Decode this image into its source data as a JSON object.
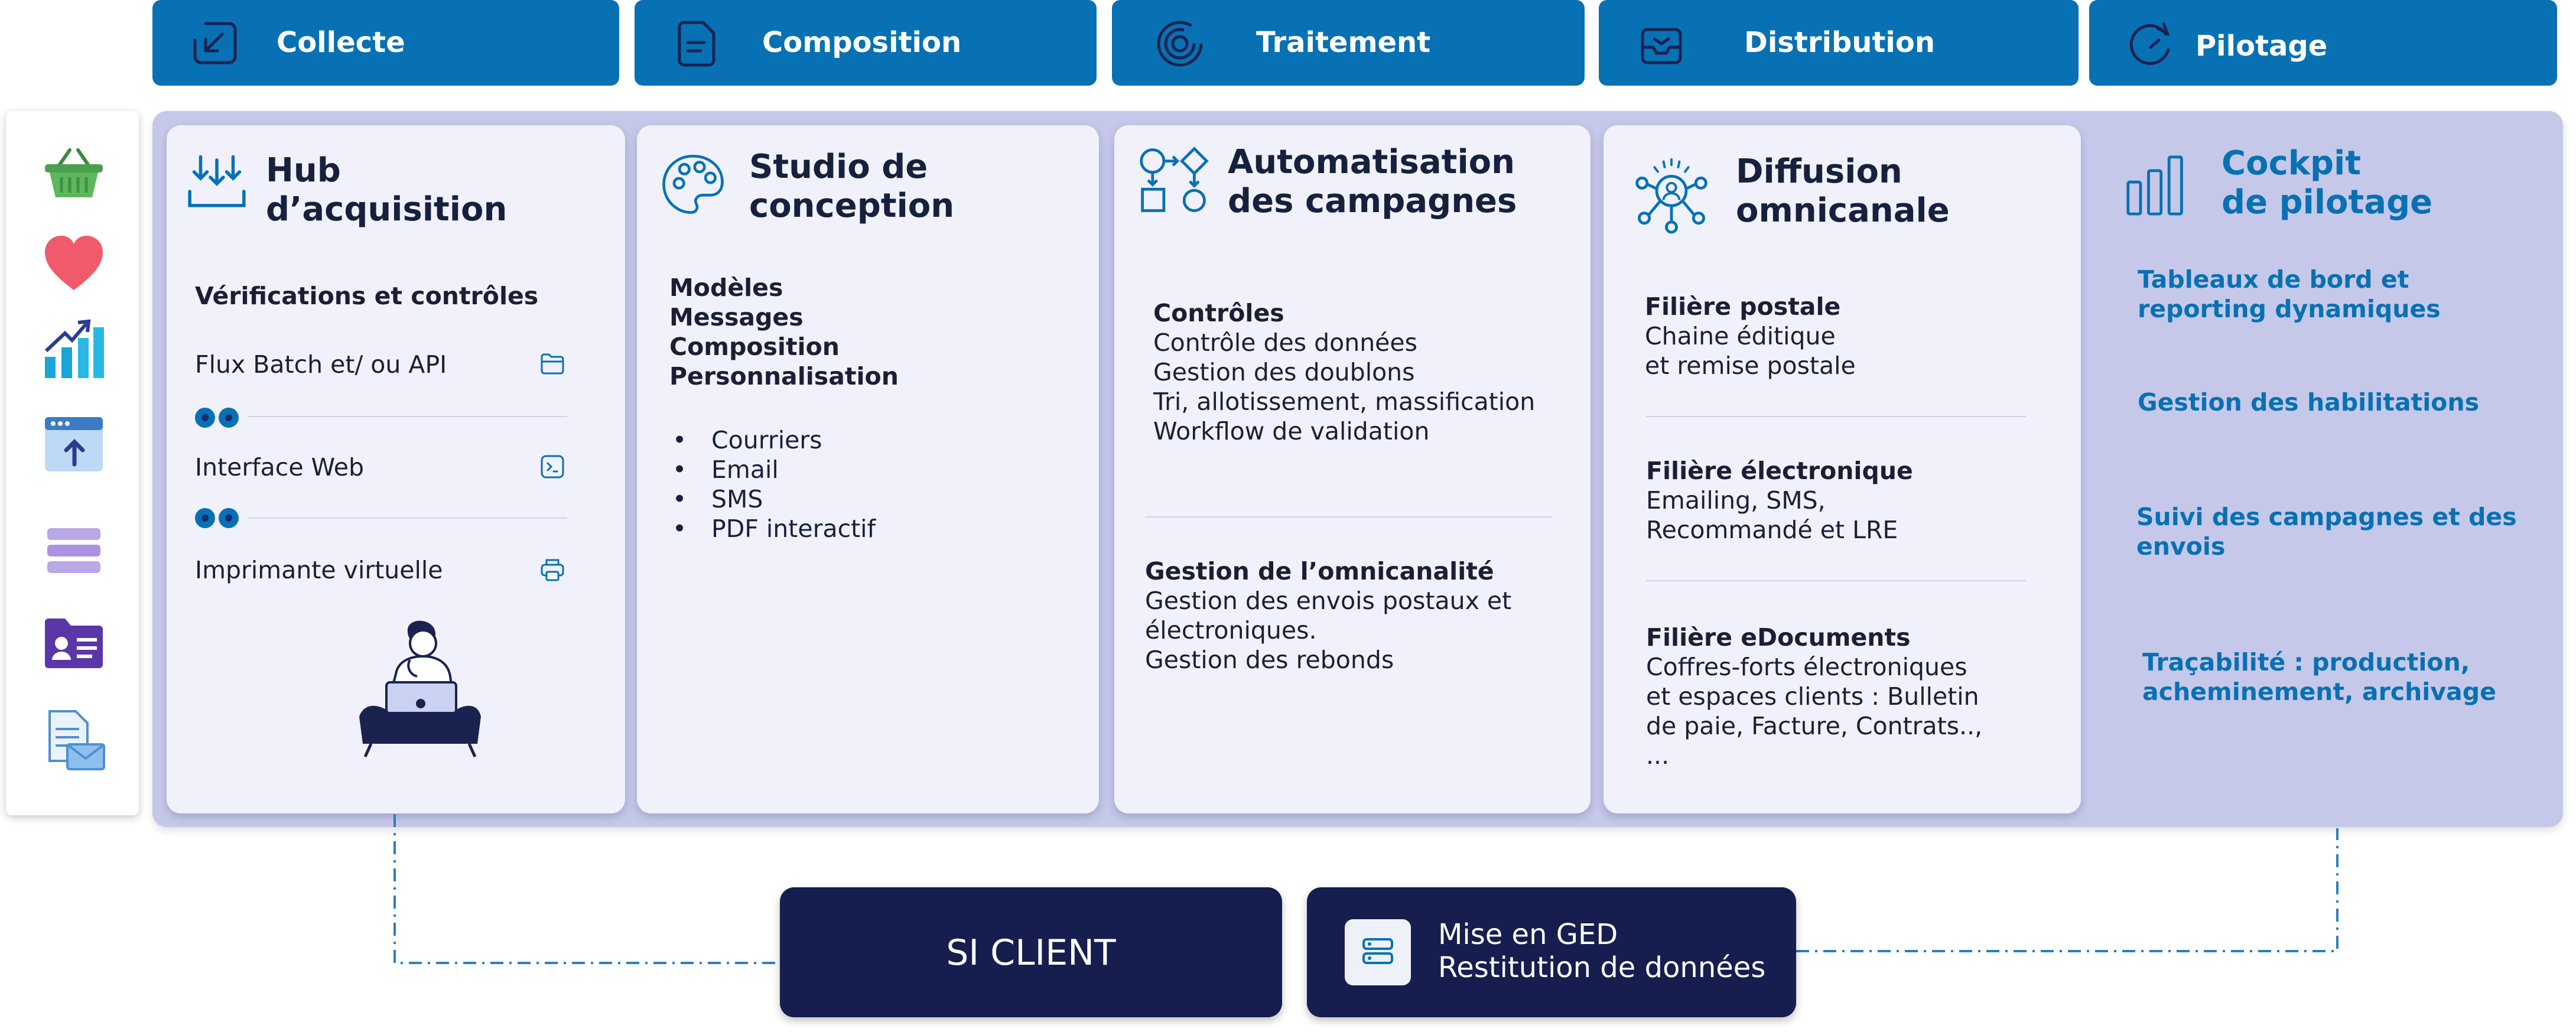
{
  "stages": [
    {
      "label": "Collecte",
      "icon": "arrow-in-icon"
    },
    {
      "label": "Composition",
      "icon": "document-icon"
    },
    {
      "label": "Traitement",
      "icon": "spiral-icon"
    },
    {
      "label": "Distribution",
      "icon": "inbox-send-icon"
    },
    {
      "label": "Pilotage",
      "icon": "refresh-gauge-icon"
    }
  ],
  "rail_icons": [
    "basket-icon",
    "heart-icon",
    "growth-chart-icon",
    "web-upload-icon",
    "stack-icon",
    "id-folder-icon",
    "document-mail-icon"
  ],
  "cards": {
    "hub": {
      "title_line1": "Hub",
      "title_line2": "d’acquisition",
      "heading": "Vérifications et contrôles",
      "items": [
        "Flux Batch et/ ou API",
        "Interface Web",
        "Imprimante virtuelle"
      ]
    },
    "studio": {
      "title_line1": "Studio de",
      "title_line2": "conception",
      "bold_lines": [
        "Modèles",
        "Messages",
        "Composition",
        "Personnalisation"
      ],
      "bullets": [
        "Courriers",
        "Email",
        "SMS",
        "PDF interactif"
      ]
    },
    "auto": {
      "title_line1": "Automatisation",
      "title_line2": "des campagnes",
      "section1_heading": "Contrôles",
      "section1_lines": [
        "Contrôle des données",
        "Gestion des doublons",
        "Tri, allotissement, massification",
        "Workflow de validation"
      ],
      "section2_heading": "Gestion de l’omnicanalité",
      "section2_lines": [
        "Gestion des envois postaux et",
        "électroniques.",
        "Gestion des rebonds"
      ]
    },
    "diffusion": {
      "title_line1": "Diffusion",
      "title_line2": "omnicanale",
      "s1_heading": "Filière postale",
      "s1_lines": [
        "Chaine éditique",
        "et remise postale"
      ],
      "s2_heading": "Filière électronique",
      "s2_lines": [
        "Emailing, SMS,",
        "Recommandé et LRE"
      ],
      "s3_heading": "Filière eDocuments",
      "s3_lines": [
        "Coffres-forts électroniques",
        "et espaces clients : Bulletin",
        "de paie, Facture, Contrats..,",
        "..."
      ]
    },
    "cockpit": {
      "title_line1": "Cockpit",
      "title_line2": "de pilotage",
      "items": [
        [
          "Tableaux de bord et",
          "reporting dynamiques"
        ],
        [
          "Gestion des habilitations"
        ],
        [
          "Suivi des campagnes et des",
          "envois"
        ],
        [
          "Traçabilité : production,",
          "acheminement, archivage"
        ]
      ]
    }
  },
  "bottom": {
    "si_client": "SI CLIENT",
    "ged_line1": "Mise en GED",
    "ged_line2": "Restitution de données"
  },
  "colors": {
    "primary_blue": "#0771b4",
    "navy": "#161d4f",
    "lavender": "#c6c8ea",
    "card": "#f0f1fb"
  }
}
